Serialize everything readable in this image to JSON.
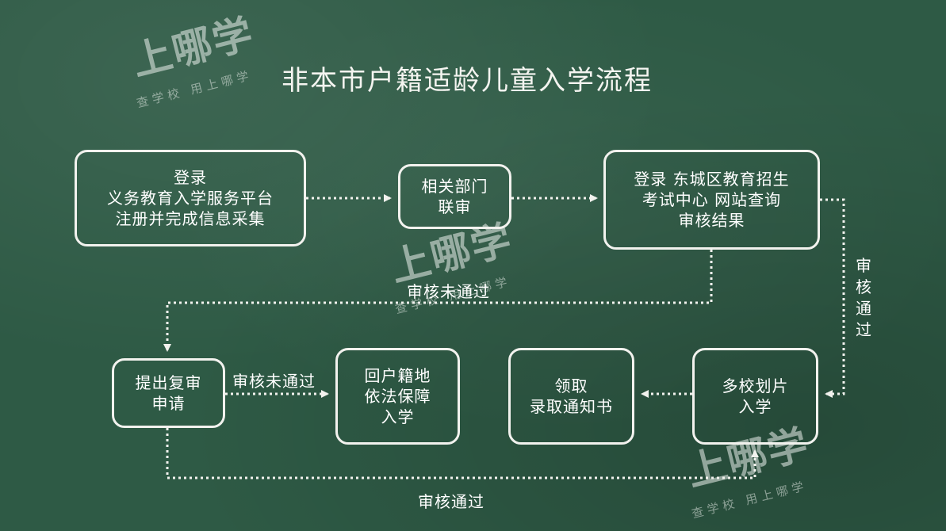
{
  "title": "非本市户籍适龄儿童入学流程",
  "boxes": {
    "register": [
      "登录",
      "义务教育入学服务平台",
      "注册并完成信息采集"
    ],
    "joint_review": [
      "相关部门",
      "联审"
    ],
    "query_result": [
      "登录  东城区教育招生",
      "考试中心  网站查询",
      "审核结果"
    ],
    "reexam": [
      "提出复审",
      "申请"
    ],
    "return_home": [
      "回户籍地",
      "依法保障",
      "入学"
    ],
    "notice": [
      "领取",
      "录取通知书"
    ],
    "assign": [
      "多校划片",
      "入学"
    ]
  },
  "labels": {
    "fail_top": "审核未通过",
    "pass_right": [
      "审",
      "核",
      "通",
      "过"
    ],
    "fail_middle": "审核未通过",
    "pass_bottom": "审核通过"
  },
  "watermark": {
    "brand": "上哪学",
    "slogan": "查学校  用上哪学"
  },
  "colors": {
    "board": "#2e5a45",
    "chalk": "#f2f2ee"
  }
}
